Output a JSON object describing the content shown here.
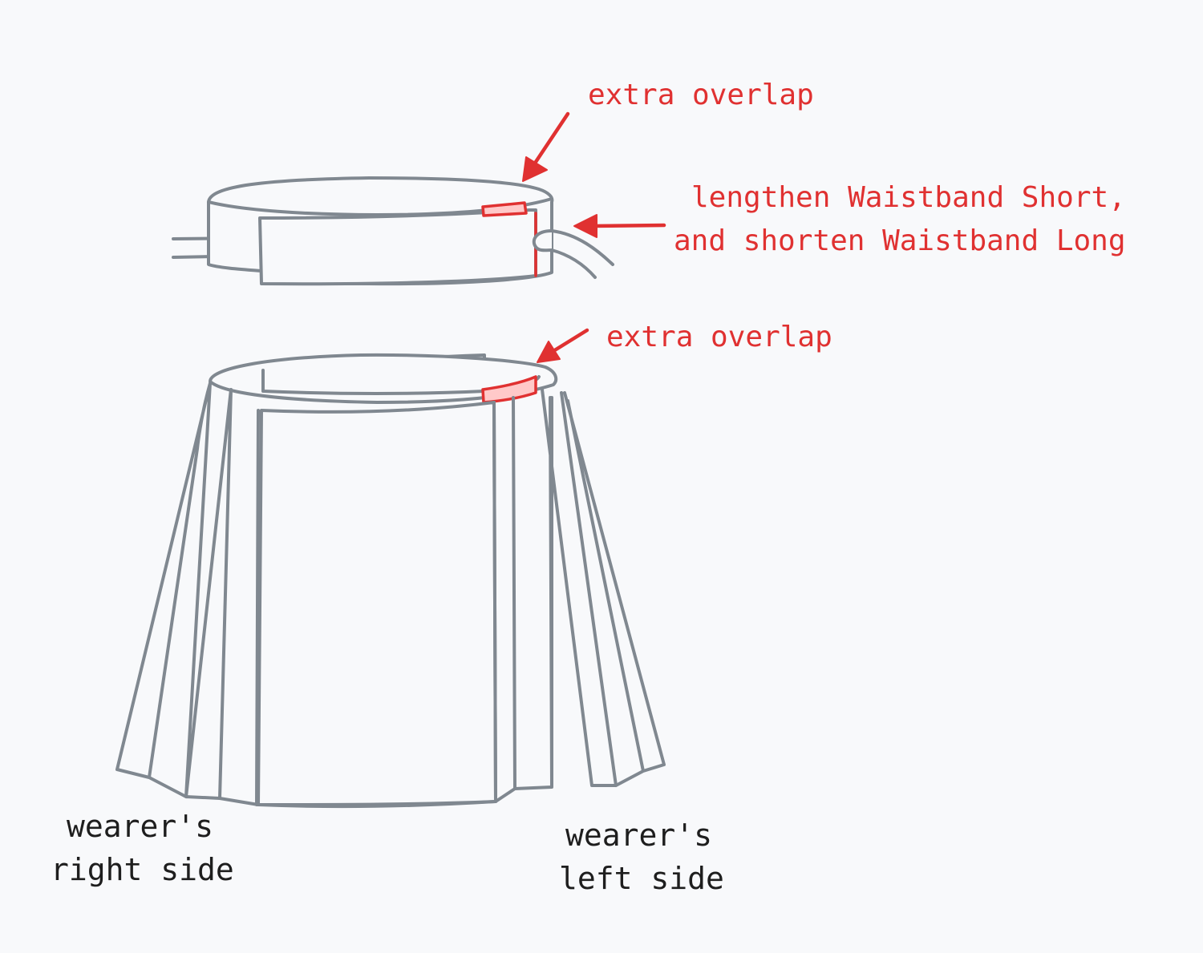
{
  "annotations": {
    "waistband_overlap": "extra overlap",
    "lengthen_line1": "lengthen Waistband Short,",
    "lengthen_line2": "and shorten Waistband Long",
    "skirt_overlap": "extra overlap"
  },
  "labels": {
    "right_side_line1": "wearer's",
    "right_side_line2": "right side",
    "left_side_line1": "wearer's",
    "left_side_line2": "left side"
  },
  "colors": {
    "background": "#f8f9fb",
    "outline": "#808890",
    "annotation": "#e03131",
    "highlight": "#ffc9c9",
    "text": "#1e1e1e"
  }
}
